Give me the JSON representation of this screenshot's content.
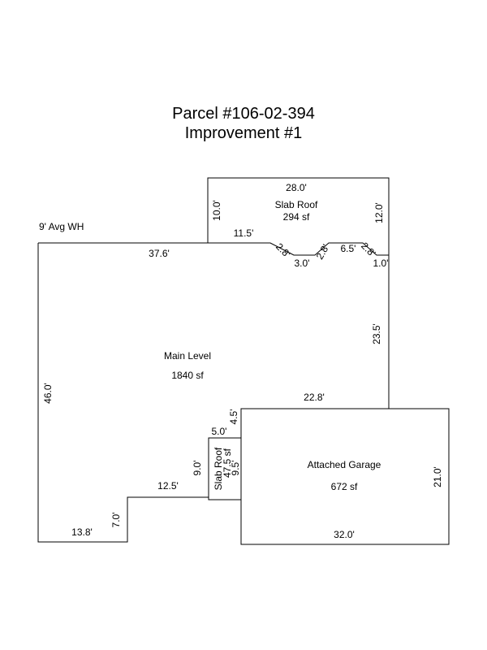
{
  "title": {
    "line1": "Parcel #106-02-394",
    "line2": "Improvement #1"
  },
  "note": "9' Avg WH",
  "areas": {
    "slab_roof_top": {
      "name": "Slab Roof",
      "size": "294 sf"
    },
    "main_level": {
      "name": "Main Level",
      "size": "1840 sf"
    },
    "attached_garage": {
      "name": "Attached Garage",
      "size": "672 sf"
    },
    "slab_roof_small": {
      "name": "Slab Roof",
      "size": "47.5 sf"
    }
  },
  "dimensions": {
    "slab_top_width": "28.0'",
    "slab_left_height": "10.0'",
    "slab_right_height": "12.0'",
    "slab_left_run": "11.5'",
    "main_top": "37.6'",
    "notch_diag1": "2.8'",
    "notch_bottom": "3.0'",
    "notch_diag2": "2.8'",
    "notch_right": "6.5'",
    "notch_diag3": "2.8'",
    "notch_end": "1.0'",
    "main_right": "23.5'",
    "main_left": "46.0'",
    "main_step": "22.8'",
    "main_step_down": "4.5'",
    "slab_small_top": "5.0'",
    "slab_small_left": "9.0'",
    "slab_small_right": "9.5'",
    "main_lower_run": "12.5'",
    "main_lower_down": "7.0'",
    "main_bottom": "13.8'",
    "garage_right": "21.0'",
    "garage_bottom": "32.0'"
  }
}
